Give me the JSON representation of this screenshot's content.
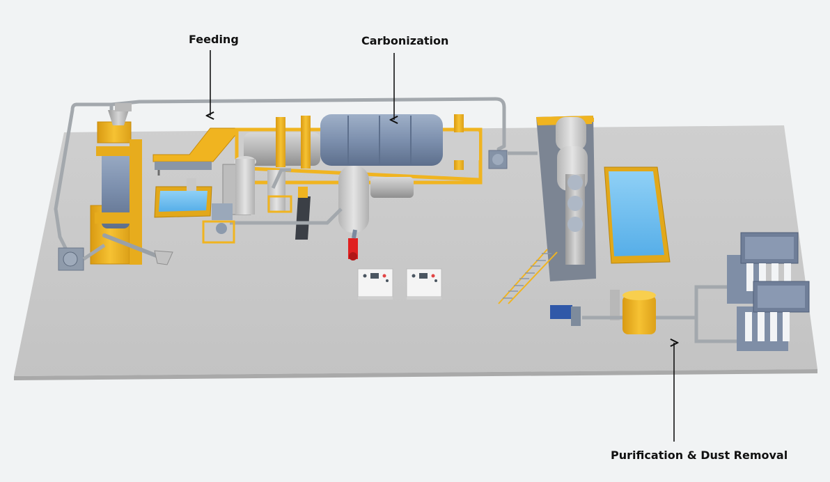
{
  "labels": {
    "feeding": "Feeding",
    "carbonization": "Carbonization",
    "purification": "Purification & Dust Removal"
  },
  "colors": {
    "background": "#f1f3f4",
    "floor": "#c9c9c9",
    "equipment_yellow": "#f2b824",
    "equipment_blue": "#7f93b2",
    "water": "#6fc0f0",
    "pipe": "#a9adb1",
    "burner_red": "#e02020",
    "arrow": "#111111"
  }
}
